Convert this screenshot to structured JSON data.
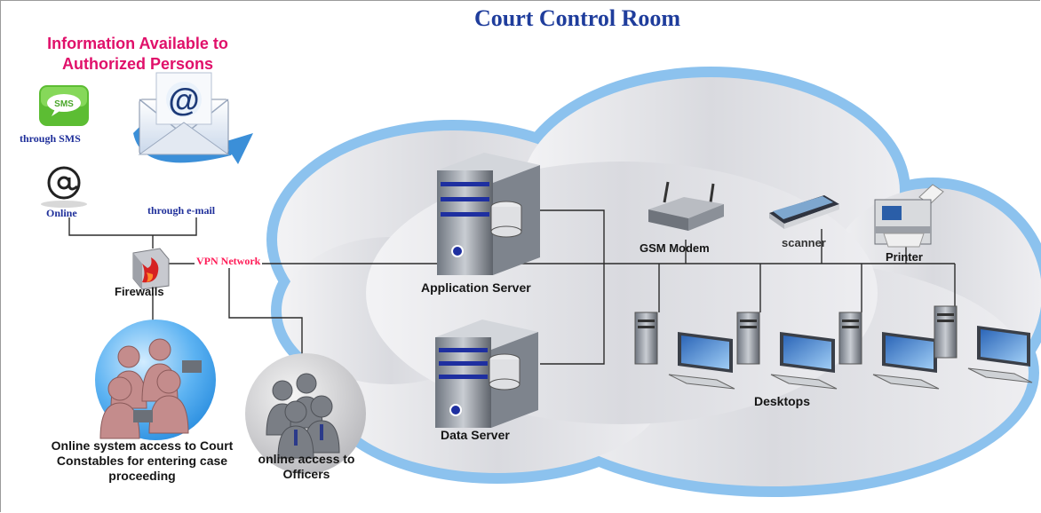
{
  "title": "Court Control Room",
  "info_heading": "Information Available to Authorized Persons",
  "channels": {
    "sms_badge": "SMS",
    "sms": "through SMS",
    "online": "Online",
    "email": "through e-mail"
  },
  "network": {
    "firewalls": "Firewalls",
    "vpn": "VPN Network"
  },
  "servers": {
    "application": "Application Server",
    "data": "Data Server"
  },
  "devices": {
    "gsm_modem": "GSM Modem",
    "scanner": "scanner",
    "printer": "Printer",
    "desktops": "Desktops"
  },
  "users": {
    "constables": "Online system access to Court Constables for entering case proceeding",
    "officers": "online access to Officers"
  },
  "colors": {
    "title": "#1f3d9c",
    "heading": "#e0106a",
    "vpn": "#ff1a56",
    "cloud_border": "#8cc2ee",
    "cloud_fill": "#dcdde2"
  }
}
